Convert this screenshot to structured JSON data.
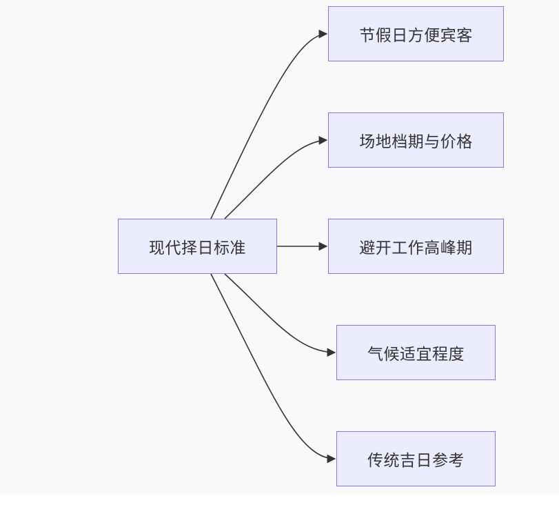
{
  "diagram": {
    "root": {
      "label": "现代择日标准"
    },
    "children": [
      {
        "label": "节假日方便宾客"
      },
      {
        "label": "场地档期与价格"
      },
      {
        "label": "避开工作高峰期"
      },
      {
        "label": "气候适宜程度"
      },
      {
        "label": "传统吉日参考"
      }
    ],
    "colors": {
      "node_fill": "#ececff",
      "node_border": "#9370db",
      "edge": "#333333",
      "text": "#333333",
      "background": "#f9f9f9"
    }
  }
}
